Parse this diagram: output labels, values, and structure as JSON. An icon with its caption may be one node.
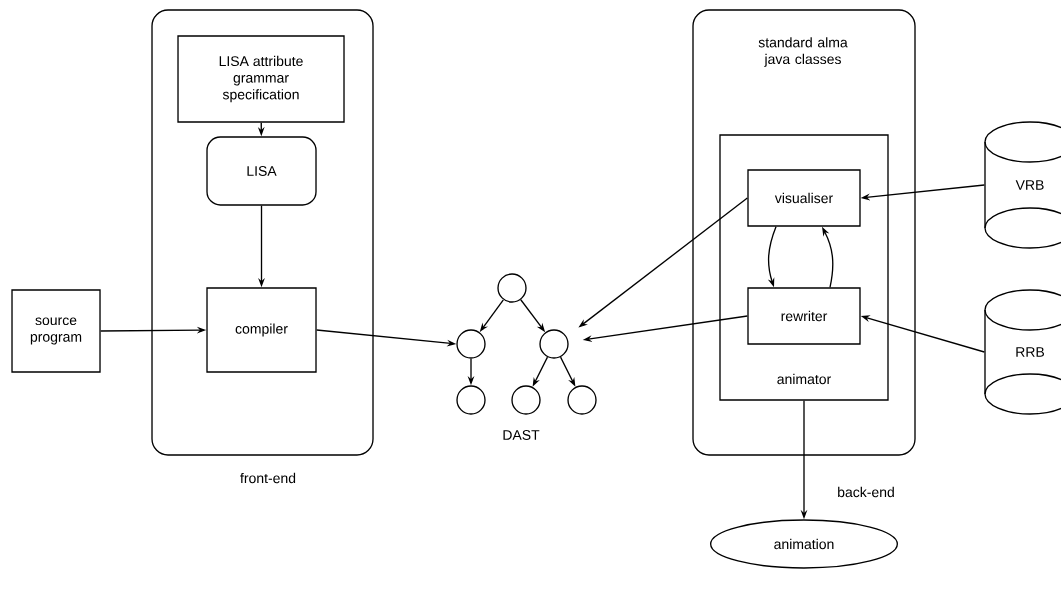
{
  "diagram": {
    "nodes": [
      {
        "text": [
          "front-end"
        ]
      },
      {
        "text": [
          "LISA attribute grammar specification"
        ],
        "in": 0
      },
      {
        "text": [
          "LISA"
        ],
        "in": 0
      },
      {
        "text": [
          "compiler"
        ],
        "in": 0
      },
      {
        "text": [
          "source program"
        ]
      },
      {
        "text": [],
        "shape": "circle"
      },
      {
        "text": [],
        "shape": "circle"
      },
      {
        "text": [],
        "shape": "circle"
      },
      {
        "text": [],
        "shape": "circle"
      },
      {
        "text": [],
        "shape": "circle"
      },
      {
        "text": [],
        "shape": "circle"
      },
      {
        "text": [
          "standard alma java classes",
          "back-end"
        ]
      },
      {
        "text": [
          "animator"
        ],
        "in": 11
      },
      {
        "text": [
          "visualiser"
        ],
        "in": 12
      },
      {
        "text": [
          "rewriter"
        ],
        "in": 12
      },
      {
        "text": [
          "VRB"
        ]
      },
      {
        "text": [
          "RRB"
        ]
      },
      {
        "text": [
          "animation"
        ]
      }
    ],
    "edges": [
      {
        "from": 1,
        "to": 2,
        "arrow": "to"
      },
      {
        "from": 2,
        "to": 3,
        "arrow": "to"
      },
      {
        "from": 4,
        "to": 3,
        "arrow": "to"
      },
      {
        "from": 3,
        "to": 6,
        "arrow": "to"
      },
      {
        "from": 5,
        "to": 6,
        "arrow": "to"
      },
      {
        "from": 5,
        "to": 7,
        "arrow": "to"
      },
      {
        "from": 6,
        "to": 8,
        "arrow": "to"
      },
      {
        "from": 7,
        "to": 9,
        "arrow": "to"
      },
      {
        "from": 7,
        "to": 10,
        "arrow": "to"
      },
      {
        "from": 13,
        "to": 7,
        "arrow": "to"
      },
      {
        "from": 14,
        "to": 7,
        "arrow": "to"
      },
      {
        "from": 13,
        "to": 14,
        "arrow": "to"
      },
      {
        "from": 14,
        "to": 13,
        "arrow": "to"
      },
      {
        "from": 15,
        "to": 13,
        "arrow": "to"
      },
      {
        "from": 16,
        "to": 14,
        "arrow": "to"
      },
      {
        "from": 12,
        "to": 17,
        "arrow": "to"
      }
    ],
    "labels": [
      "DAST"
    ]
  }
}
